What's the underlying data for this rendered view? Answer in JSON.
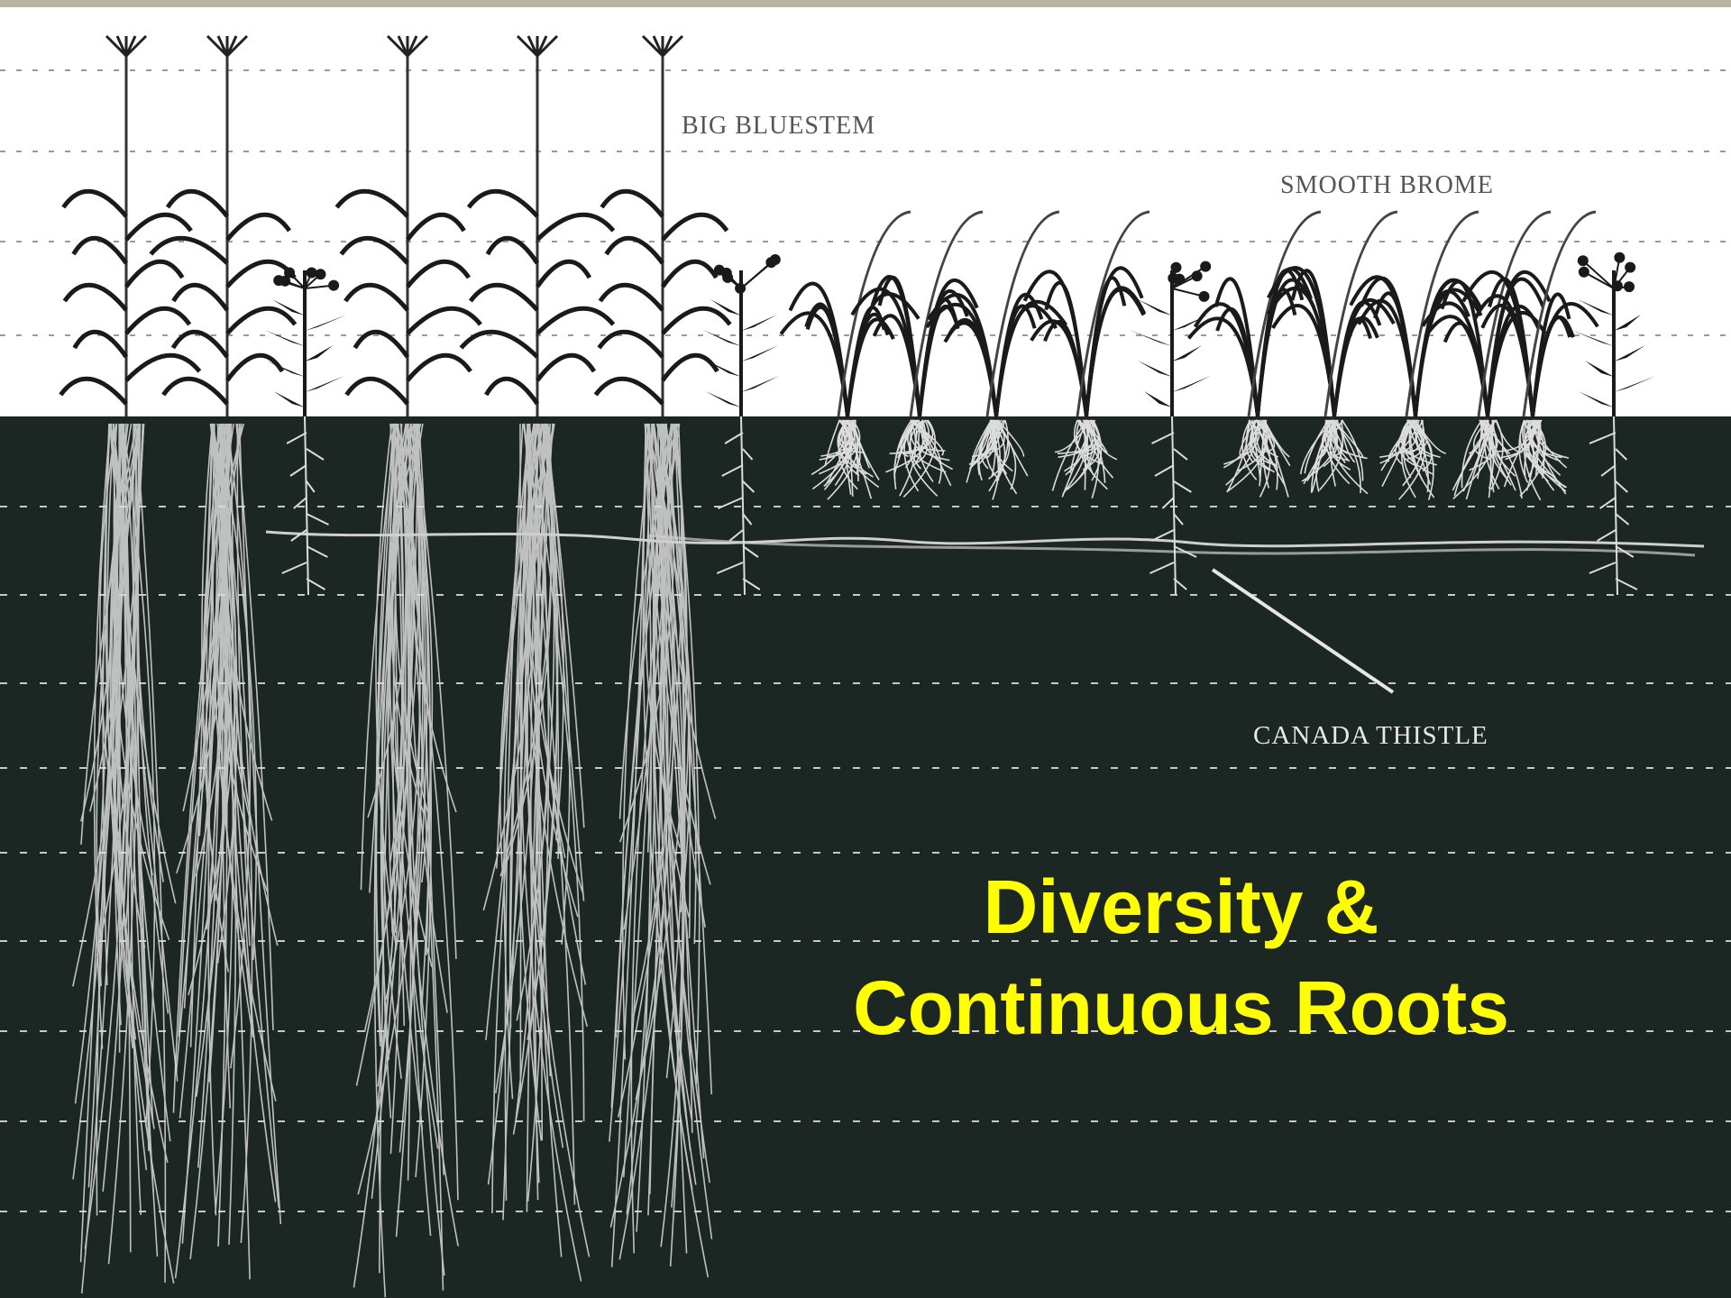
{
  "labels": {
    "big_bluestem": "BIG BLUESTEM",
    "smooth_brome": "SMOOTH BROME",
    "canada_thistle": "CANADA THISTLE"
  },
  "title": {
    "line1": "Diversity &",
    "line2": "Continuous Roots"
  },
  "colors": {
    "soil": "#1c2622",
    "sky": "#ffffff",
    "title_text": "#ffff00",
    "roots": "#dcdcdc",
    "foliage": "#1a1a1a"
  }
}
